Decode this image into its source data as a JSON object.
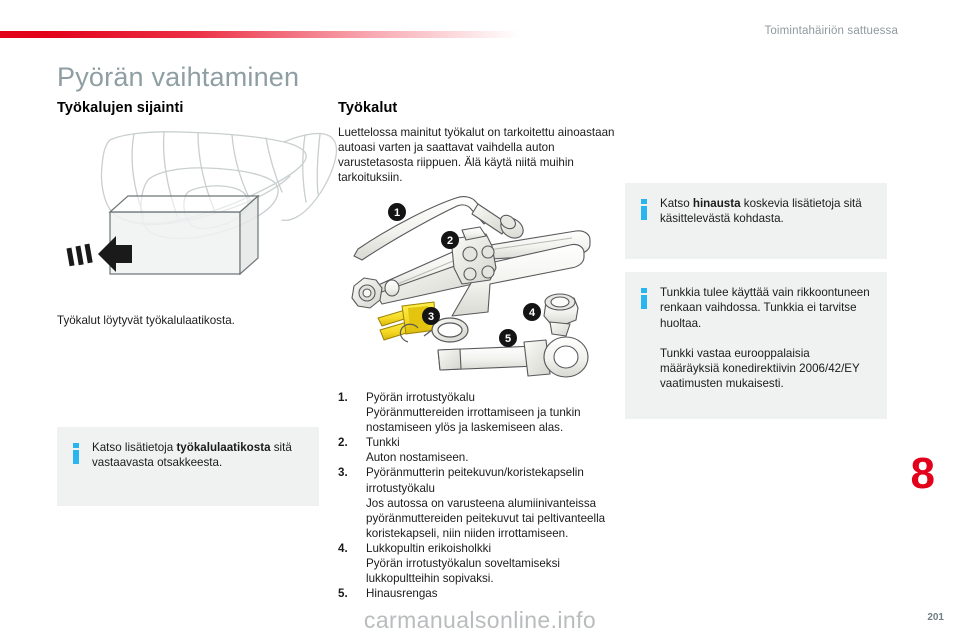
{
  "header": {
    "section_title": "Toimintahäiriön sattuessa",
    "rule_color": "#e2001a"
  },
  "page": {
    "title": "Pyörän vaihtaminen",
    "chapter_number": "8",
    "page_number": "201",
    "watermark": "carmanualsonline.info",
    "chapter_color": "#e2001a",
    "info_icon_color": "#29b6f0",
    "info_box_bg": "#f0f1f1"
  },
  "left_column": {
    "heading": "Työkalujen sijainti",
    "figure_name": "car-seat-with-toolbox-illustration",
    "caption": "Työkalut löytyvät työkalulaatikosta.",
    "infobox": {
      "icon": "info-icon",
      "text_before": "Katso lisätietoja ",
      "text_bold": "työkalulaatikosta",
      "text_after": " sitä vastaavasta otsakkeesta."
    }
  },
  "middle_column": {
    "heading": "Työkalut",
    "intro": "Luettelossa mainitut työkalut on tarkoitettu ainoastaan autoasi varten ja saattavat vaihdella auton varustetasosta riippuen. Älä käytä niitä muihin tarkoituksiin.",
    "figure_name": "tool-kit-illustration",
    "tools": [
      {
        "number": "1.",
        "name": "Pyörän irrotustyökalu",
        "description": "Pyöränmuttereiden irrottamiseen ja tunkin nostamiseen ylös ja laskemiseen alas."
      },
      {
        "number": "2.",
        "name": "Tunkki",
        "description": "Auton nostamiseen."
      },
      {
        "number": "3.",
        "name": "Pyöränmutterin peitekuvun/koristekapselin irrotustyökalu",
        "description": "Jos autossa on varusteena alumiinivanteissa pyöränmuttereiden peitekuvut tai peltivanteella koristekapseli, niin niiden irrottamiseen."
      },
      {
        "number": "4.",
        "name": "Lukkopultin erikoisholkki",
        "description": "Pyörän irrotustyökalun soveltamiseksi lukkopultteihin sopivaksi."
      },
      {
        "number": "5.",
        "name": "Hinausrengas",
        "description": ""
      }
    ]
  },
  "right_column": {
    "infobox_towing": {
      "icon": "info-icon",
      "text_before": "Katso ",
      "text_bold": "hinausta",
      "text_after": " koskevia lisätietoja sitä käsittelevästä kohdasta."
    },
    "infobox_jack": {
      "icon": "info-icon",
      "paragraph_1": "Tunkkia tulee käyttää vain rikkoontuneen renkaan vaihdossa. Tunkkia ei tarvitse huoltaa.",
      "paragraph_2": "Tunkki vastaa eurooppalaisia määräyksiä konedirektiivin 2006/42/EY vaatimusten mukaisesti."
    }
  },
  "figure_labels": {
    "tool_1": "1",
    "tool_2": "2",
    "tool_3": "3",
    "tool_4": "4",
    "tool_5": "5"
  }
}
